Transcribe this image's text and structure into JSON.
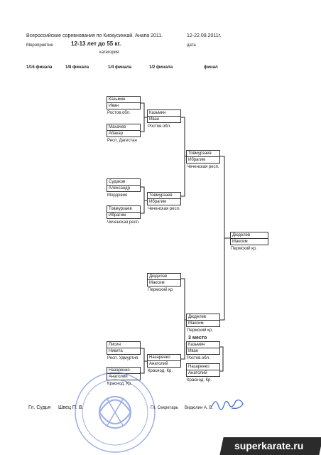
{
  "header": {
    "event_title": "Всероссийские соревнования по Киокусинкай. Анапа 2011.",
    "dates": "12-22.09.2011г.",
    "event_label": "Мероприятие",
    "category_value": "12-13 лет до 55 кг.",
    "date_label": "дата",
    "category_label": "категория"
  },
  "rounds": [
    "1/16 финала",
    "1/8 финала",
    "1/4 финала",
    "1/2 финала",
    "финал"
  ],
  "round1": [
    {
      "surname": "Казьмин",
      "name": "Иван",
      "region": "Ростов.обл."
    },
    {
      "surname": "Махачев",
      "name": "Абакар",
      "region": "Респ. Дагестан"
    },
    {
      "surname": "Судаков",
      "name": "Александр",
      "region": "Мордовия"
    },
    {
      "surname": "Товмурзаев",
      "name": "Ибрагим",
      "region": "Чеченская респ."
    },
    {
      "surname": "Лисин",
      "name": "Никита",
      "region": "Респ. Удмуртия"
    },
    {
      "surname": "Назаренко",
      "name": "Анатолий",
      "region": "Краснод. Кр."
    }
  ],
  "round2": [
    {
      "surname": "Казьмин",
      "name": "Иван",
      "region": "Ростов.обл."
    },
    {
      "surname": "Товмурзаев",
      "name": "Ибрагим",
      "region": "Чеченская респ."
    },
    {
      "surname": "Дюделев",
      "name": "Максим",
      "region": "Пермский кр"
    },
    {
      "surname": "Назаренко",
      "name": "Анатолий",
      "region": "Краснод. Кр."
    }
  ],
  "semifinal": [
    {
      "surname": "Товмурзаев",
      "name": "Ибрагим",
      "region": "Чеченская респ."
    },
    {
      "surname": "Дюделев",
      "name": "Максим",
      "region": "Пермский кр."
    }
  ],
  "final": {
    "surname": "Дюделев",
    "name": "Максим",
    "region": "Пермский кр."
  },
  "third_place": {
    "label": "3 место",
    "entries": [
      {
        "surname": "Казьмин",
        "name": "Иван",
        "region": "Ростов.обл."
      },
      {
        "surname": "Назаренко",
        "name": "Анатолий",
        "region": "Краснод. Кр."
      }
    ]
  },
  "footer": {
    "chief_judge_label": "Гл. Судья",
    "chief_judge_name": "Швец П. В.",
    "secretary_label": "Гл. Секретарь",
    "secretary_name": "Видюлин А. В."
  },
  "watermark": "superkarate.ru",
  "colors": {
    "stamp": "#4a6fd0",
    "ink": "#222222",
    "signature": "#3a5fc8"
  }
}
